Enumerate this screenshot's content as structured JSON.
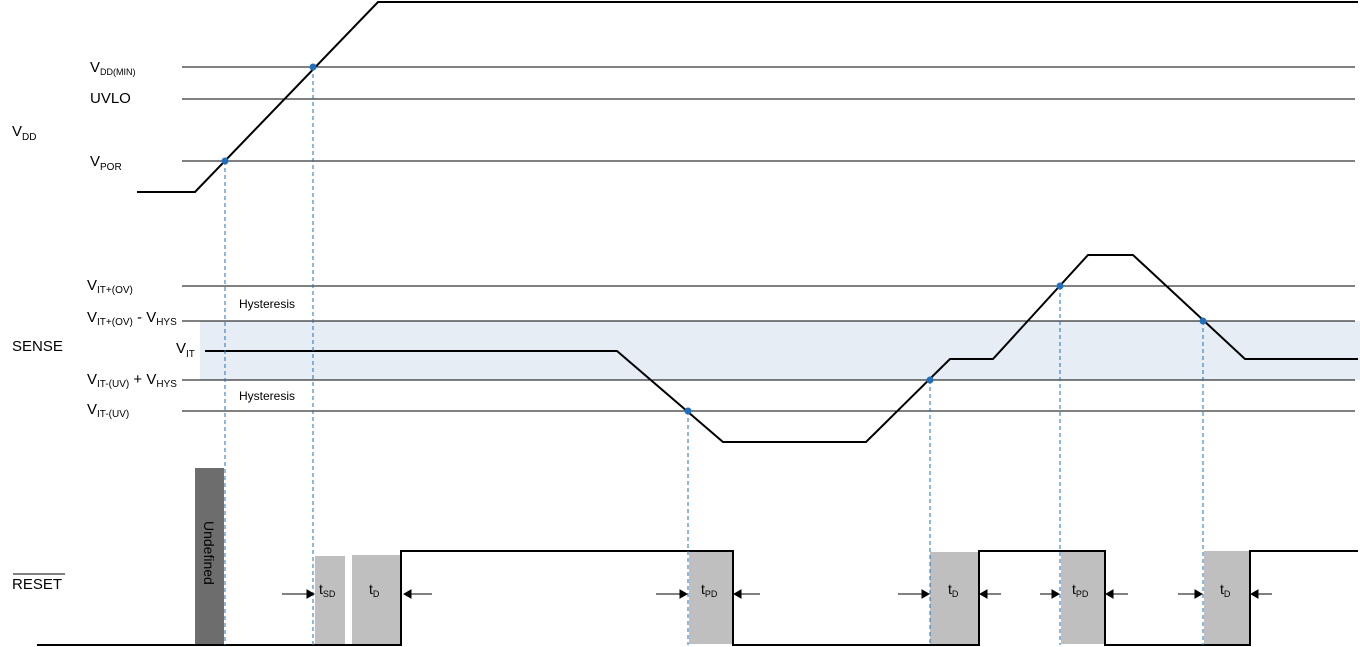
{
  "colors": {
    "band": "#e7edf5",
    "undefined_block": "#6d6d6d",
    "delay_block": "#bfbfbf",
    "marker": "#1f6fbf"
  },
  "labels": {
    "vdd_group": {
      "main": "V",
      "sub": "DD"
    },
    "sense_group": "SENSE",
    "reset_group": "RESET",
    "vdd_min": {
      "main": "V",
      "sub": "DD(MIN)"
    },
    "uvlo": "UVLO",
    "vpor": {
      "main": "V",
      "sub": "POR"
    },
    "vit_plus_ov": {
      "main": "V",
      "sub": "IT+(OV)"
    },
    "vit_plus_ov_minus_hys": {
      "main": "V",
      "sub": "IT+(OV)",
      "mid": " - V",
      "sub2": "HYS"
    },
    "vit": {
      "main": "V",
      "sub": "IT"
    },
    "vit_minus_uv_plus_hys": {
      "main": "V",
      "sub": "IT-(UV)",
      "mid": " + V",
      "sub2": "HYS"
    },
    "vit_minus_uv": {
      "main": "V",
      "sub": "IT-(UV)"
    },
    "hysteresis_upper": "Hysteresis",
    "hysteresis_lower": "Hysteresis",
    "undefined": "Undefined",
    "t_sd": {
      "main": "t",
      "sub": "SD"
    },
    "t_d_1": {
      "main": "t",
      "sub": "D"
    },
    "t_pd_1": {
      "main": "t",
      "sub": "PD"
    },
    "t_d_2": {
      "main": "t",
      "sub": "D"
    },
    "t_pd_2": {
      "main": "t",
      "sub": "PD"
    },
    "t_d_3": {
      "main": "t",
      "sub": "D"
    }
  }
}
